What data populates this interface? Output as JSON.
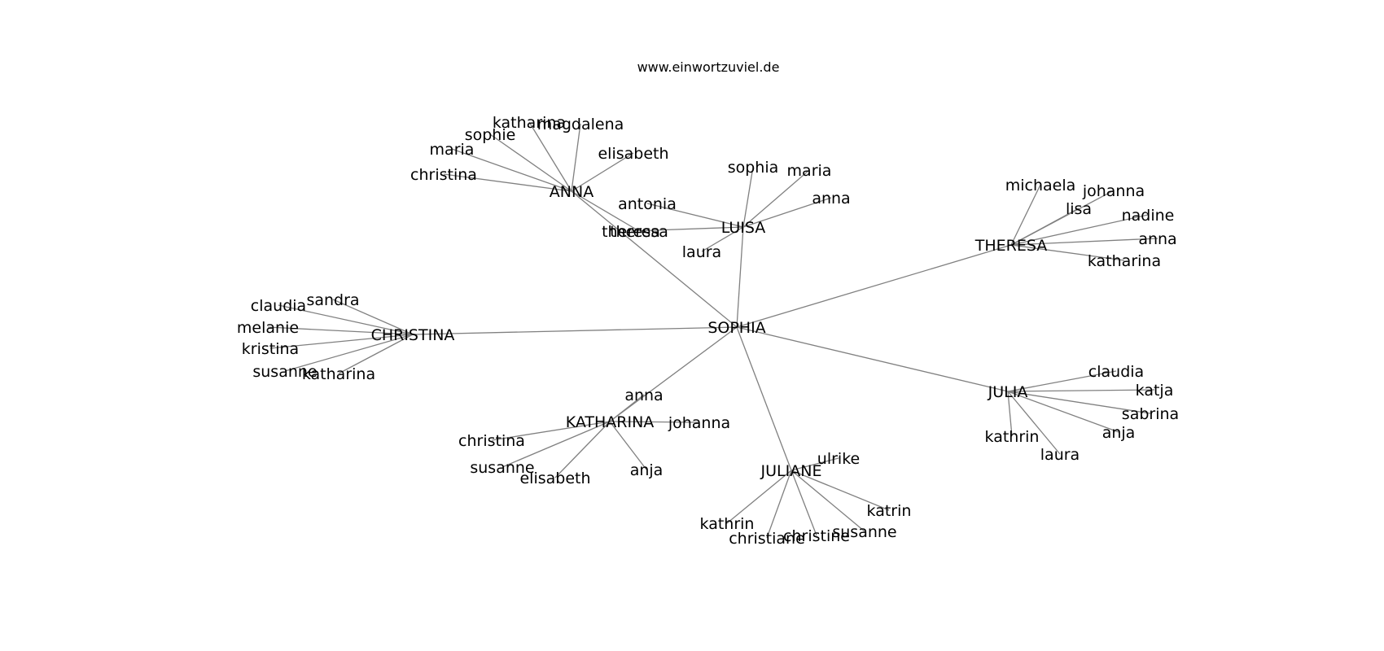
{
  "header": {
    "site": "www.einwortzuviel.de"
  },
  "graph": {
    "center": "SOPHIA",
    "hubs": [
      {
        "id": "ANNA",
        "label": "ANNA",
        "leaves": [
          {
            "id": "anna_katharina",
            "label": "katharina"
          },
          {
            "id": "anna_magdalena",
            "label": "magdalena"
          },
          {
            "id": "anna_sophie",
            "label": "sophie"
          },
          {
            "id": "anna_elisabeth",
            "label": "elisabeth"
          },
          {
            "id": "anna_maria",
            "label": "maria"
          },
          {
            "id": "anna_christina",
            "label": "christina"
          },
          {
            "id": "anna_theresa",
            "label": "theresa"
          }
        ]
      },
      {
        "id": "LUISA",
        "label": "LUISA",
        "leaves": [
          {
            "id": "luisa_sophia",
            "label": "sophia"
          },
          {
            "id": "luisa_maria",
            "label": "maria"
          },
          {
            "id": "luisa_anna",
            "label": "anna"
          },
          {
            "id": "luisa_antonia",
            "label": "antonia"
          },
          {
            "id": "luisa_theresa",
            "label": "theresa"
          },
          {
            "id": "luisa_laura",
            "label": "laura"
          }
        ]
      },
      {
        "id": "THERESA",
        "label": "THERESA",
        "leaves": [
          {
            "id": "theresa_michaela",
            "label": "michaela"
          },
          {
            "id": "theresa_johanna",
            "label": "johanna"
          },
          {
            "id": "theresa_lisa",
            "label": "lisa"
          },
          {
            "id": "theresa_nadine",
            "label": "nadine"
          },
          {
            "id": "theresa_anna",
            "label": "anna"
          },
          {
            "id": "theresa_katharina",
            "label": "katharina"
          }
        ]
      },
      {
        "id": "CHRISTINA",
        "label": "CHRISTINA",
        "leaves": [
          {
            "id": "christina_claudia",
            "label": "claudia"
          },
          {
            "id": "christina_sandra",
            "label": "sandra"
          },
          {
            "id": "christina_melanie",
            "label": "melanie"
          },
          {
            "id": "christina_kristina",
            "label": "kristina"
          },
          {
            "id": "christina_susanne",
            "label": "susanne"
          },
          {
            "id": "christina_katharina",
            "label": "katharina"
          }
        ]
      },
      {
        "id": "KATHARINA",
        "label": "KATHARINA",
        "leaves": [
          {
            "id": "katharina_anna",
            "label": "anna"
          },
          {
            "id": "katharina_johanna",
            "label": "johanna"
          },
          {
            "id": "katharina_christina",
            "label": "christina"
          },
          {
            "id": "katharina_susanne",
            "label": "susanne"
          },
          {
            "id": "katharina_elisabeth",
            "label": "elisabeth"
          },
          {
            "id": "katharina_anja",
            "label": "anja"
          }
        ]
      },
      {
        "id": "JULIANE",
        "label": "JULIANE",
        "leaves": [
          {
            "id": "juliane_ulrike",
            "label": "ulrike"
          },
          {
            "id": "juliane_katrin",
            "label": "katrin"
          },
          {
            "id": "juliane_kathrin",
            "label": "kathrin"
          },
          {
            "id": "juliane_susanne",
            "label": "susanne"
          },
          {
            "id": "juliane_christiane",
            "label": "christiane"
          },
          {
            "id": "juliane_christine",
            "label": "christine"
          }
        ]
      },
      {
        "id": "JULIA",
        "label": "JULIA",
        "leaves": [
          {
            "id": "julia_claudia",
            "label": "claudia"
          },
          {
            "id": "julia_katja",
            "label": "katja"
          },
          {
            "id": "julia_sabrina",
            "label": "sabrina"
          },
          {
            "id": "julia_anja",
            "label": "anja"
          },
          {
            "id": "julia_kathrin",
            "label": "kathrin"
          },
          {
            "id": "julia_laura",
            "label": "laura"
          }
        ]
      }
    ]
  }
}
